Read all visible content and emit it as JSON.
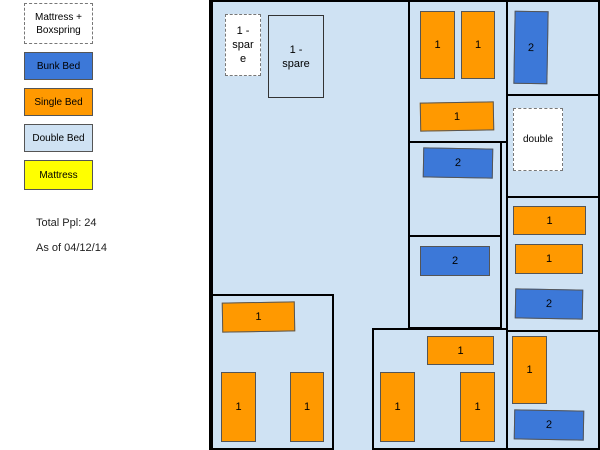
{
  "legend": {
    "mattress_boxspring": "Mattress + Boxspring",
    "bunk_bed": "Bunk Bed",
    "single_bed": "Single Bed",
    "double_bed": "Double Bed",
    "mattress": "Mattress"
  },
  "info": {
    "total": "Total Ppl: 24",
    "date": "As of 04/12/14"
  },
  "colors": {
    "room": "#cfe2f3",
    "single": "#ff9900",
    "bunk": "#3c78d8",
    "mattress": "#ffff00"
  },
  "beds": {
    "spare_small": "1 - spar e",
    "spare_large": "1 - spare",
    "r1_a": "1",
    "r1_b": "1",
    "r1_c": "1",
    "r2": "2",
    "r3": "2",
    "tr_bunk": "2",
    "tr_double": "double",
    "mr_a": "1",
    "mr_b": "1",
    "mr_c": "2",
    "br_a": "1",
    "br_b": "2",
    "bl_top": "1",
    "bl_a": "1",
    "bl_b": "1",
    "bm_top": "1",
    "bm_a": "1",
    "bm_b": "1"
  }
}
